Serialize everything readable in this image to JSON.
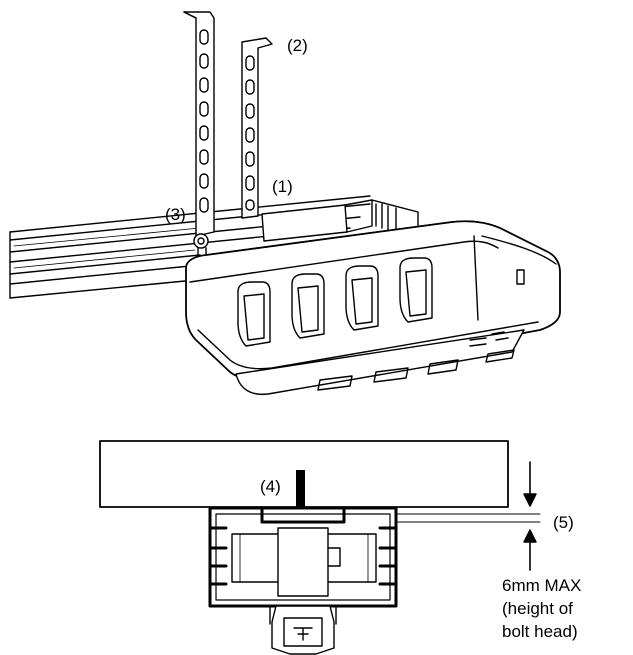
{
  "callouts": {
    "one": "(1)",
    "two": "(2)",
    "three": "(3)",
    "four": "(4)",
    "five": "(5)"
  },
  "gap_note": {
    "line1": "6mm MAX",
    "line2": "(height of",
    "line3": "bolt head)"
  },
  "colors": {
    "ink": "#000000",
    "paper": "#ffffff",
    "shade": "#e6e6e6"
  }
}
